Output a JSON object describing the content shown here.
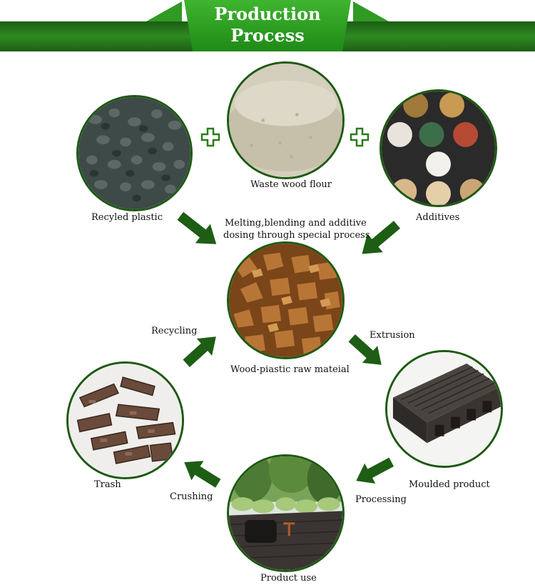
{
  "header": {
    "title_line1": "Production",
    "title_line2": "Process"
  },
  "nodes": {
    "plastic": "Recyled plastic",
    "flour": "Waste wood flour",
    "additives": "Additives",
    "raw": "Wood-piastic raw mateial",
    "moulded": "Moulded product",
    "use": "Product use",
    "trash": "Trash"
  },
  "steps": {
    "melting_line1": "Melting,blending and additive",
    "melting_line2": "dosing through special process",
    "extrusion": "Extrusion",
    "processing": "Processing",
    "crushing": "Crushing",
    "recycling": "Recycling"
  },
  "colors": {
    "brand_green": "#1f7a18",
    "dark_green": "#1e5a12",
    "arrow_green": "#1d5e14"
  }
}
